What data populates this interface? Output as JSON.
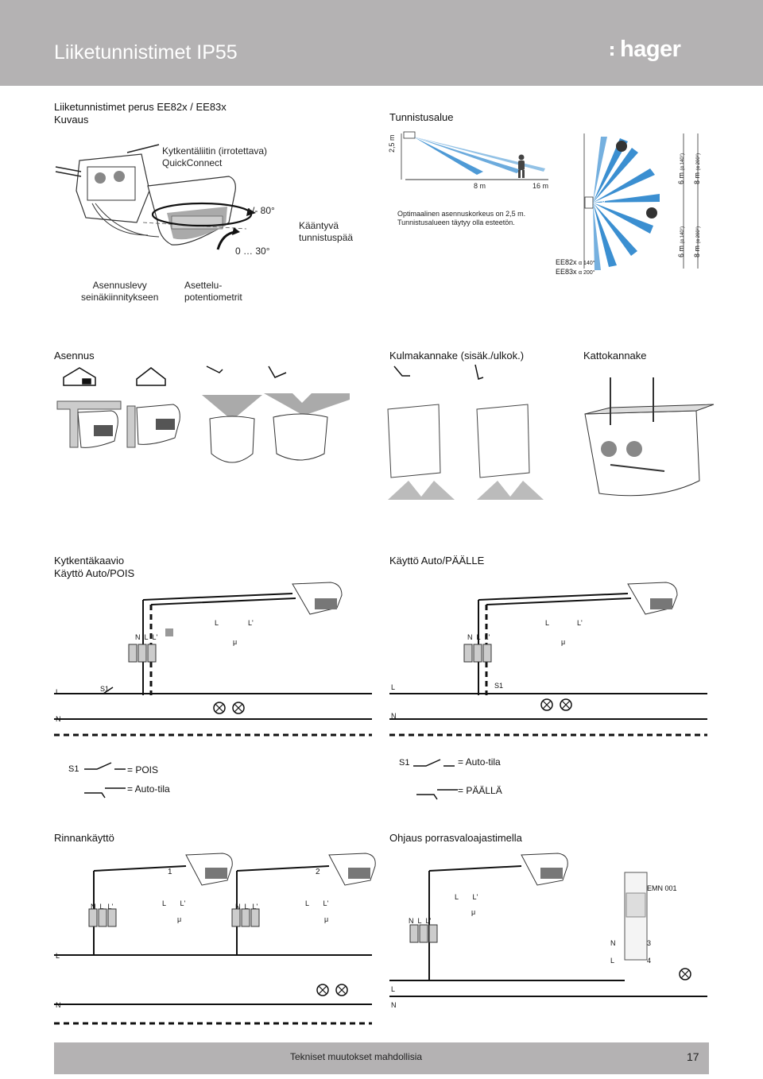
{
  "header": {
    "title": "Liiketunnistimet IP55",
    "logo": "hager"
  },
  "description": {
    "heading_line1": "Liiketunnistimet perus EE82x / EE83x",
    "heading_line2": "Kuvaus",
    "quickconnect_line1": "Kytkentäliitin (irrotettava)",
    "quickconnect_line2": "QuickConnect",
    "rotation_angle": "+/- 80°",
    "tilt_angle": "0 … 30°",
    "rotating_head_line1": "Kääntyvä",
    "rotating_head_line2": "tunnistuspää",
    "mounting_plate_line1": "Asennuslevy",
    "mounting_plate_line2": "seinäkiinnitykseen",
    "potentiometers_line1": "Asettelu-",
    "potentiometers_line2": "potentiometrit"
  },
  "detection": {
    "heading": "Tunnistusalue",
    "height": "2,5 m",
    "dist_8": "8 m",
    "dist_16": "16 m",
    "note_line1": "Optimaalinen asennuskorkeus on 2,5 m.",
    "note_line2": "Tunnistusalueen täytyy olla esteetön.",
    "ee82x": "EE82x",
    "ee82x_angle": "α 140°",
    "ee83x": "EE83x",
    "ee83x_angle": "α 200°",
    "r6_140": "6 m",
    "r6_140_note": "(α 140°)",
    "r8_200": "8 m",
    "r8_200_note": "(α 200°)",
    "alpha": "α"
  },
  "mounting": {
    "heading": "Asennus",
    "corner_heading": "Kulmakannake (sisäk./ulkok.)",
    "ceiling_heading": "Kattokannake"
  },
  "wiring": {
    "heading_line1": "Kytkentäkaavio",
    "heading_line2": "Käyttö Auto/POIS",
    "heading_on": "Käyttö Auto/PÄÄLLE",
    "term_n": "N",
    "term_l": "L",
    "term_lp": "L'",
    "mu": "μ",
    "s1": "S1",
    "legend_off": "= POIS",
    "legend_auto": "= Auto-tila",
    "legend_auto2": "= Auto-tila",
    "legend_on": "= PÄÄLLÄ"
  },
  "parallel": {
    "heading": "Rinnankäyttö",
    "timer_heading": "Ohjaus porrasvaloajastimella",
    "sensor1": "1",
    "sensor2": "2",
    "emn": "EMN 001",
    "t3": "3",
    "t4": "4"
  },
  "footer": {
    "text": "Tekniset muutokset mahdollisia",
    "page": "17"
  },
  "colors": {
    "header_gray": "#b4b2b3",
    "detection_blue": "#3b8fd1",
    "wire_black": "#111111"
  }
}
